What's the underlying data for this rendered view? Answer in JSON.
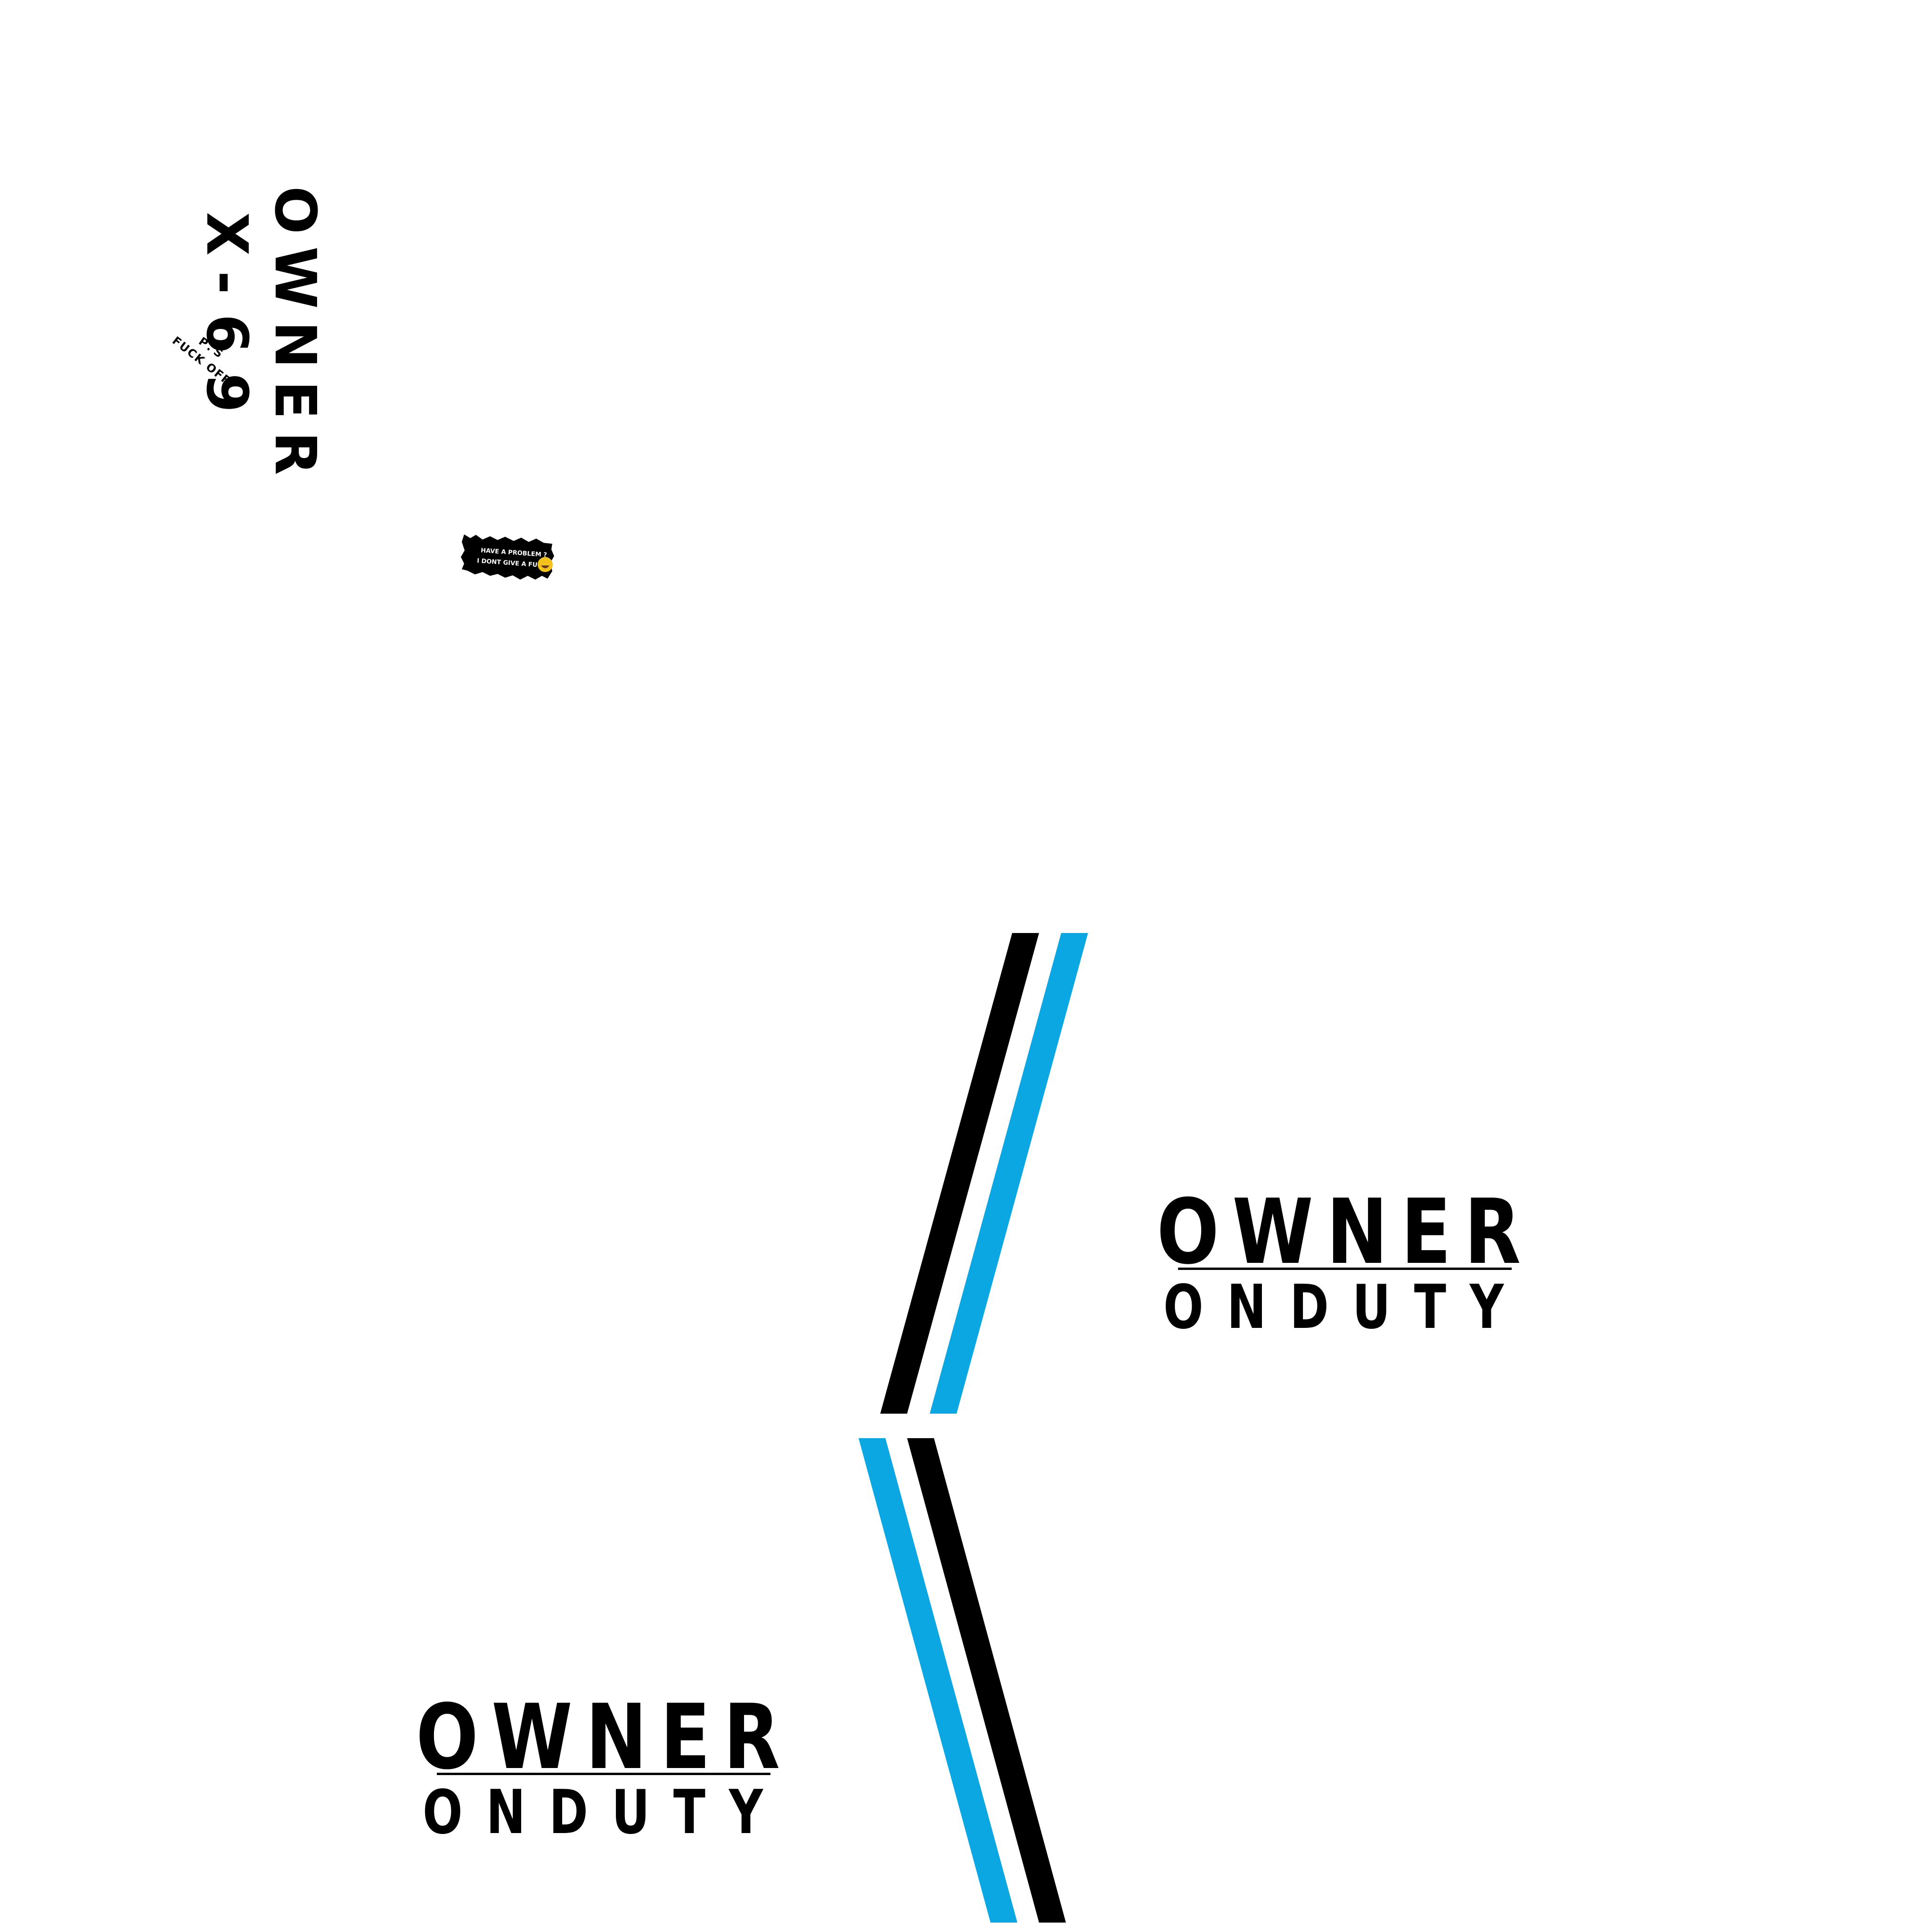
{
  "colors": {
    "background": "#ffffff",
    "ink": "#000000",
    "accent": "#0ba7e3"
  },
  "corner_stamp": {
    "line1": "OWNER",
    "line2": "X-69",
    "ps_line1": "P.S",
    "ps_line2": "FUCK OFF"
  },
  "sticker": {
    "line1": "HAVE A PROBLEM ?",
    "line2": "I DONT GIVE A FUCK",
    "emoji": "😂"
  },
  "logo_top": {
    "title": "OWNER",
    "subtitle": "ONDUTY"
  },
  "logo_bottom": {
    "title": "OWNER",
    "subtitle": "ONDUTY"
  }
}
